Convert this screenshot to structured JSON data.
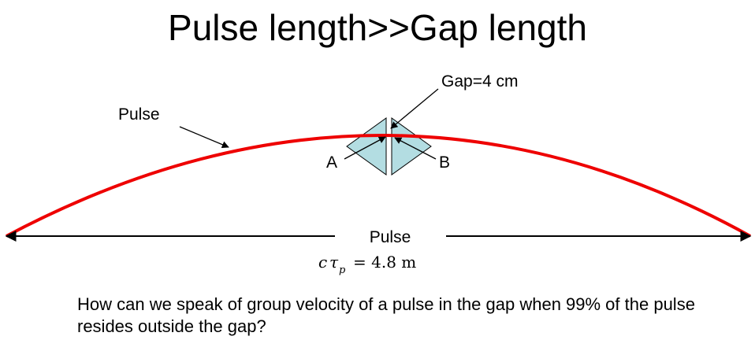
{
  "title": "Pulse length>>Gap length",
  "labels": {
    "gap": "Gap=4 cm",
    "pulse_curve": "Pulse",
    "point_a": "A",
    "point_b": "B",
    "pulse_span": "Pulse"
  },
  "formula": {
    "symbol_c": "c",
    "symbol_tau": "τ",
    "subscript": "p",
    "value": "= 4.8 m"
  },
  "question": "How can we speak of group velocity of a pulse in the gap when 99% of the pulse resides outside the gap?",
  "colors": {
    "pulse": "#ee0000",
    "prism_fill": "#b3dde2",
    "prism_stroke": "#000000"
  }
}
